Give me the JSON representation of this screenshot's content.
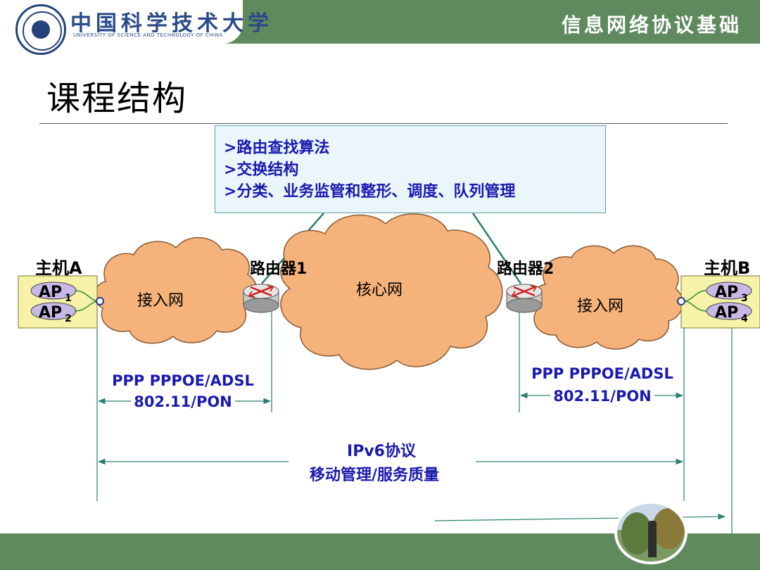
{
  "header": {
    "university_cn": "中国科学技术大学",
    "university_en": "UNIVERSITY OF SCIENCE AND TECHNOLOGY OF CHINA",
    "course_name": "信息网络协议基础"
  },
  "slide": {
    "title": "课程结构",
    "callout_lines": [
      ">路由查找算法",
      ">交换结构",
      ">分类、业务监管和整形、调度、队列管理"
    ]
  },
  "diagram": {
    "host_a": "主机A",
    "host_b": "主机B",
    "router1": "路由器1",
    "router2": "路由器2",
    "access_net_left": "接入网",
    "access_net_right": "接入网",
    "core_net": "核心网",
    "ap1": "AP",
    "ap1_sub": "1",
    "ap2": "AP",
    "ap2_sub": "2",
    "ap3": "AP",
    "ap3_sub": "3",
    "ap4": "AP",
    "ap4_sub": "4",
    "left_protocol_line1": "PPP PPPOE/ADSL",
    "left_protocol_line2": "802.11/PON",
    "right_protocol_line1": "PPP PPPOE/ADSL",
    "right_protocol_line2": "802.11/PON",
    "e2e_line1": "IPv6协议",
    "e2e_line2": "移动管理/服务质量"
  },
  "colors": {
    "banner_green": "#5e8a5e",
    "cloud_fill": "#f5b27a",
    "cloud_stroke": "#8a5a30",
    "ap_box_fill": "#f6f3a8",
    "ap_oval_fill": "#c9b8e6",
    "text_blue": "#1a1ab0",
    "teal_line": "#2a8070"
  }
}
